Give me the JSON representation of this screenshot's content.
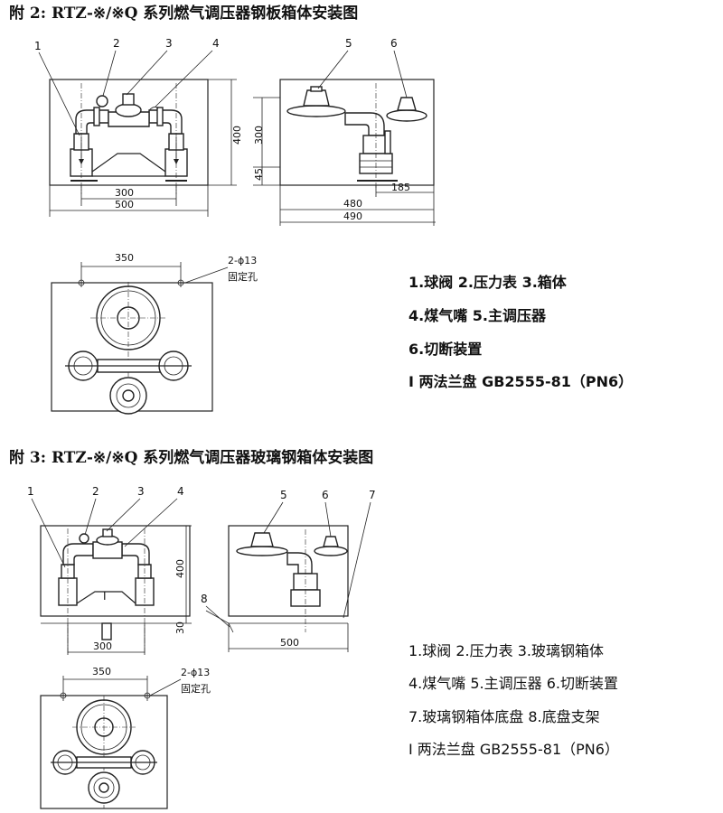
{
  "figure2": {
    "title": "附 2:  RTZ-※/※Q  系列燃气调压器钢板箱体安装图",
    "callouts": [
      "1",
      "2",
      "3",
      "4",
      "5",
      "6"
    ],
    "dims": {
      "height_400": "400",
      "width_300": "300",
      "width_500": "500",
      "side_300": "300",
      "side_45": "45",
      "side_185": "185",
      "side_480": "480",
      "side_490": "490",
      "plan_350": "350",
      "holes": "2-ϕ13",
      "holes_note": "固定孔"
    },
    "legend": [
      "1.球阀      2.压力表      3.箱体",
      "4.煤气嘴   5.主调压器",
      "6.切断装置",
      "I  两法兰盘  GB2555-81（PN6）"
    ]
  },
  "figure3": {
    "title": "附 3:  RTZ-※/※Q  系列燃气调压器玻璃钢箱体安装图",
    "callouts": [
      "1",
      "2",
      "3",
      "4",
      "5",
      "6",
      "7",
      "8"
    ],
    "flange_mark": "I",
    "dims": {
      "height_400": "400",
      "base_30": "30",
      "width_300": "300",
      "side_500": "500",
      "plan_350": "350",
      "holes": "2-ϕ13",
      "holes_note": "固定孔"
    },
    "legend": [
      "1.球阀          2.压力表          3.玻璃钢箱体",
      "4.煤气嘴      5.主调压器      6.切断装置",
      "7.玻璃钢箱体底盘              8.底盘支架",
      "I  两法兰盘  GB2555-81（PN6）"
    ]
  }
}
